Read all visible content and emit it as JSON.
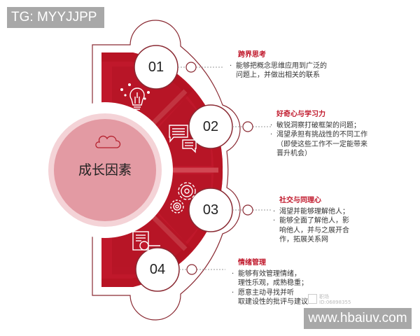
{
  "watermark_top": "TG: MYYJJPP",
  "watermark_bottom": "www.hbaiuv.com",
  "watermark_small": {
    "line1": "职场",
    "line2": "ID:06898355"
  },
  "colors": {
    "primary_red": "#c0182b",
    "dark_red": "#a8111f",
    "segment_light": "#d44a55",
    "center_pink": "#e39aa3",
    "center_ring": "#f4d3d7",
    "outline": "#8a2a33"
  },
  "center": {
    "label": "成长因素",
    "icon": "cloud-icon"
  },
  "factors": [
    {
      "number": "01",
      "icon": "lightbulb-icon",
      "title": "跨界思考",
      "items": [
        [
          "能够把概念思维应用到广泛的",
          "问题上，并做出相关的联系"
        ]
      ]
    },
    {
      "number": "02",
      "icon": "chat-bubbles-icon",
      "title": "好奇心与学习力",
      "items": [
        [
          "敏锐洞察打破框架的问题；"
        ],
        [
          "渴望承担有挑战性的不同工作",
          "（即使这些工作不一定能带来",
          " 晋升机会）"
        ]
      ]
    },
    {
      "number": "03",
      "icon": "gears-icon",
      "title": "社交与同理心",
      "items": [
        [
          "渴望并能够理解他人；"
        ],
        [
          "能够全面了解他人，影",
          "响他人，并与之展开合",
          "作，拓展关系网"
        ]
      ]
    },
    {
      "number": "04",
      "icon": "document-search-icon",
      "title": "情绪管理",
      "items": [
        [
          "能够有效管理情绪，",
          "理性乐观，成熟稳重；"
        ],
        [
          "愿意主动寻找并听",
          "取建设性的批评与建议"
        ]
      ]
    }
  ]
}
